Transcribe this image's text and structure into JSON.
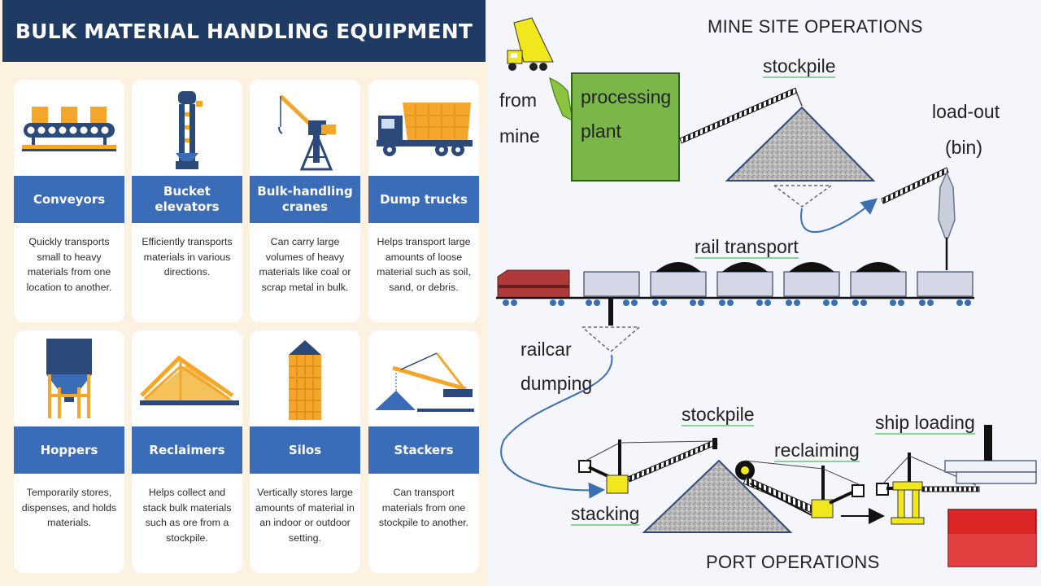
{
  "infographic": {
    "title": "BULK MATERIAL HANDLING EQUIPMENT",
    "items": [
      {
        "name": "Conveyors",
        "description": "Quickly transports small to heavy materials from one location to another.",
        "icon": "conveyor-icon"
      },
      {
        "name": "Bucket elevators",
        "description": "Efficiently transports materials in various directions.",
        "icon": "bucket-elevator-icon"
      },
      {
        "name": "Bulk-handling cranes",
        "description": "Can carry large volumes of heavy materials like coal or scrap metal in bulk.",
        "icon": "crane-icon"
      },
      {
        "name": "Dump trucks",
        "description": "Helps transport large amounts of loose material such as soil, sand, or debris.",
        "icon": "dump-truck-icon"
      },
      {
        "name": "Hoppers",
        "description": "Temporarily stores, dispenses, and holds materials.",
        "icon": "hopper-icon"
      },
      {
        "name": "Reclaimers",
        "description": "Helps collect and stack bulk materials such as ore from a stockpile.",
        "icon": "reclaimer-icon"
      },
      {
        "name": "Silos",
        "description": "Vertically stores large amounts of material in an indoor or outdoor setting.",
        "icon": "silo-icon"
      },
      {
        "name": "Stackers",
        "description": "Can transport materials from one stockpile to another.",
        "icon": "stacker-icon"
      }
    ],
    "colors": {
      "header": "#1f3a63",
      "band": "#3b6cb8",
      "background": "#fdf1e2",
      "accent": "#f4a62a"
    }
  },
  "diagram": {
    "mine_title": "MINE SITE OPERATIONS",
    "port_title": "PORT OPERATIONS",
    "from_mine_line1": "from",
    "from_mine_line2": "mine",
    "processing_line1": "processing",
    "processing_line2": "plant",
    "stockpile_top": "stockpile",
    "loadout_line1": "load-out",
    "loadout_line2": "(bin)",
    "rail_transport": "rail transport",
    "railcar_line1": "railcar",
    "railcar_line2": "dumping",
    "stockpile_bottom": "stockpile",
    "reclaiming": "reclaiming",
    "ship_loading": "ship loading",
    "stacking": "stacking",
    "colors": {
      "plant": "#7ab648",
      "locomotive": "#b0393a",
      "ship_hull": "#dc2626",
      "machine": "#f2e61c"
    }
  }
}
